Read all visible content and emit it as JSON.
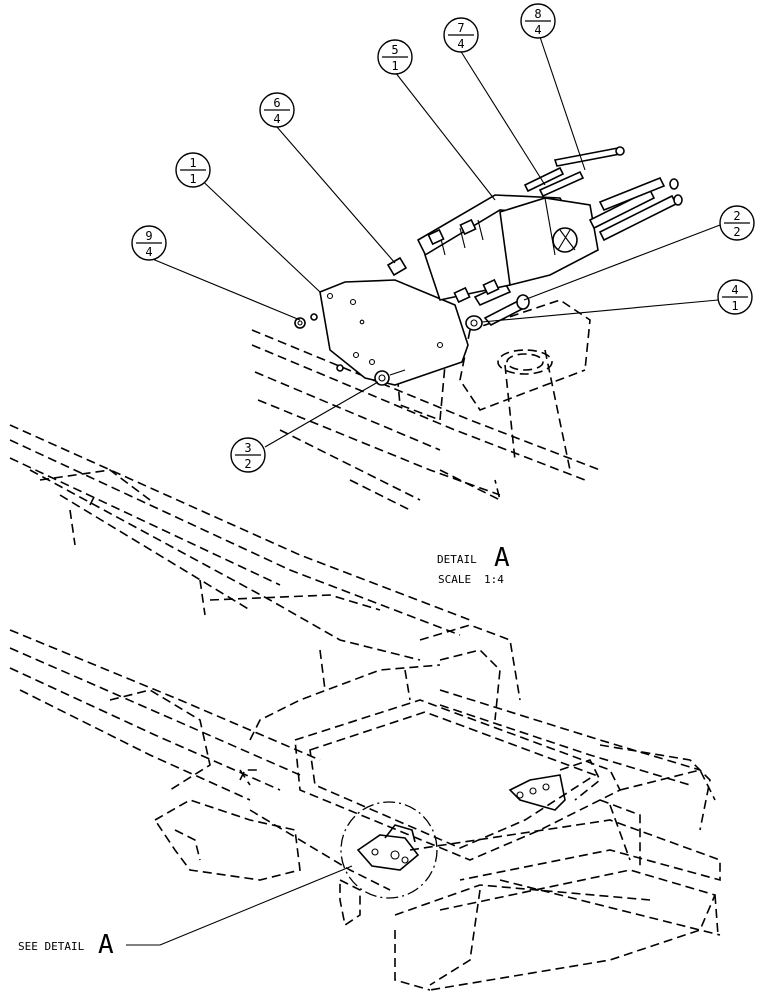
{
  "callouts": [
    {
      "item": "1",
      "qty": "1"
    },
    {
      "item": "2",
      "qty": "2"
    },
    {
      "item": "3",
      "qty": "2"
    },
    {
      "item": "4",
      "qty": "1"
    },
    {
      "item": "5",
      "qty": "1"
    },
    {
      "item": "6",
      "qty": "4"
    },
    {
      "item": "7",
      "qty": "4"
    },
    {
      "item": "8",
      "qty": "4"
    },
    {
      "item": "9",
      "qty": "4"
    }
  ],
  "detail": {
    "label": "DETAIL",
    "letter": "A",
    "scale_label": "SCALE",
    "scale_value": "1:4"
  },
  "see_detail": {
    "label": "SEE DETAIL",
    "letter": "A"
  }
}
